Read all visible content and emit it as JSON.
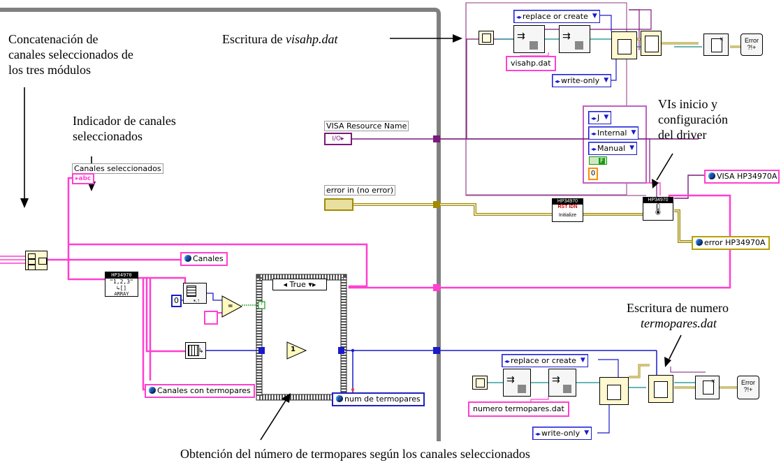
{
  "annotations": {
    "concat": [
      "Concatenación de",
      "canales seleccionados de",
      "los tres módulos"
    ],
    "indicador": [
      "Indicador de canales",
      "seleccionados"
    ],
    "escritura_visahp_prefix": "Escritura de",
    "escritura_visahp_file": "visahp.dat",
    "vis_inicio": [
      "VIs inicio y",
      "configuración",
      "del driver"
    ],
    "escritura_numero": "Escritura de numero",
    "escritura_numero_file": "termopares.dat",
    "obtencion": "Obtención del número de termopares según los canales seleccionados"
  },
  "labels": {
    "canales_seleccionados": "Canales seleccionados",
    "abc": "abc",
    "visa_resource_name": "VISA Resource Name",
    "io": "I/O",
    "error_in": "error in (no error)",
    "hp_icon": "HP34970",
    "array_icon_text": "\"1,2,3\"",
    "array_icon_bottom": "ARRAY",
    "rst_idn": "RST IDN",
    "initialize": "Initialize",
    "case_selector": "True",
    "constant_zero": "0",
    "constant_one": "1",
    "question": "?",
    "error_icon": "Error",
    "bool_f": "F"
  },
  "indicators": {
    "canales": "Canales",
    "canales_con_termopares": "Canales con termopares",
    "num_de_termopares": "num de termopares",
    "visa_hp": "VISA HP34970A",
    "error_hp": "error HP34970A"
  },
  "rings": {
    "replace_or_create_top": "replace or create",
    "write_only_top": "write-only",
    "replace_or_create_bottom": "replace or create",
    "write_only_bottom": "write-only",
    "thermocouple_type": "J",
    "reference": "Internal",
    "trigger": "Manual",
    "cjc_value": "0"
  },
  "strings": {
    "visahp_dat": "visahp.dat",
    "numero_termopares_dat": "numero termopares.dat"
  },
  "colors": {
    "pink_wire": "#ff3fd0",
    "blue_wire": "#1a1ac8",
    "purple_wire": "#7a1a7a",
    "error_wire": "#a08a00",
    "frame_gray": "#808080",
    "teal_wire": "#0a8a8a",
    "bool_green": "#1a9a1a"
  },
  "icons": [
    "file-dialog-icon",
    "build-path-icon",
    "open-file-icon",
    "write-file-icon",
    "close-file-icon",
    "error-handler-icon",
    "initialize-icon",
    "config-icon",
    "array-subset-icon",
    "compare-icon",
    "decrement-icon",
    "concatenate-icon"
  ]
}
